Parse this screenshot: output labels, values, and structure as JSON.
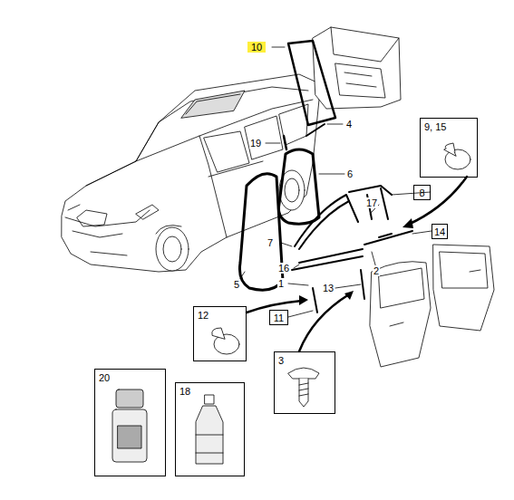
{
  "diagram": {
    "nodes": [
      {
        "text": [
          "9, 15"
        ]
      },
      {
        "text": [
          "8"
        ]
      },
      {
        "text": [
          "14"
        ]
      },
      {
        "text": [
          "12"
        ]
      },
      {
        "text": [
          "11"
        ]
      },
      {
        "text": [
          "3"
        ]
      },
      {
        "text": [
          "20"
        ]
      },
      {
        "text": [
          "18"
        ]
      }
    ],
    "labels": [
      "10",
      "4",
      "19",
      "6",
      "7",
      "17",
      "2",
      "16",
      "1",
      "13",
      "5"
    ]
  }
}
